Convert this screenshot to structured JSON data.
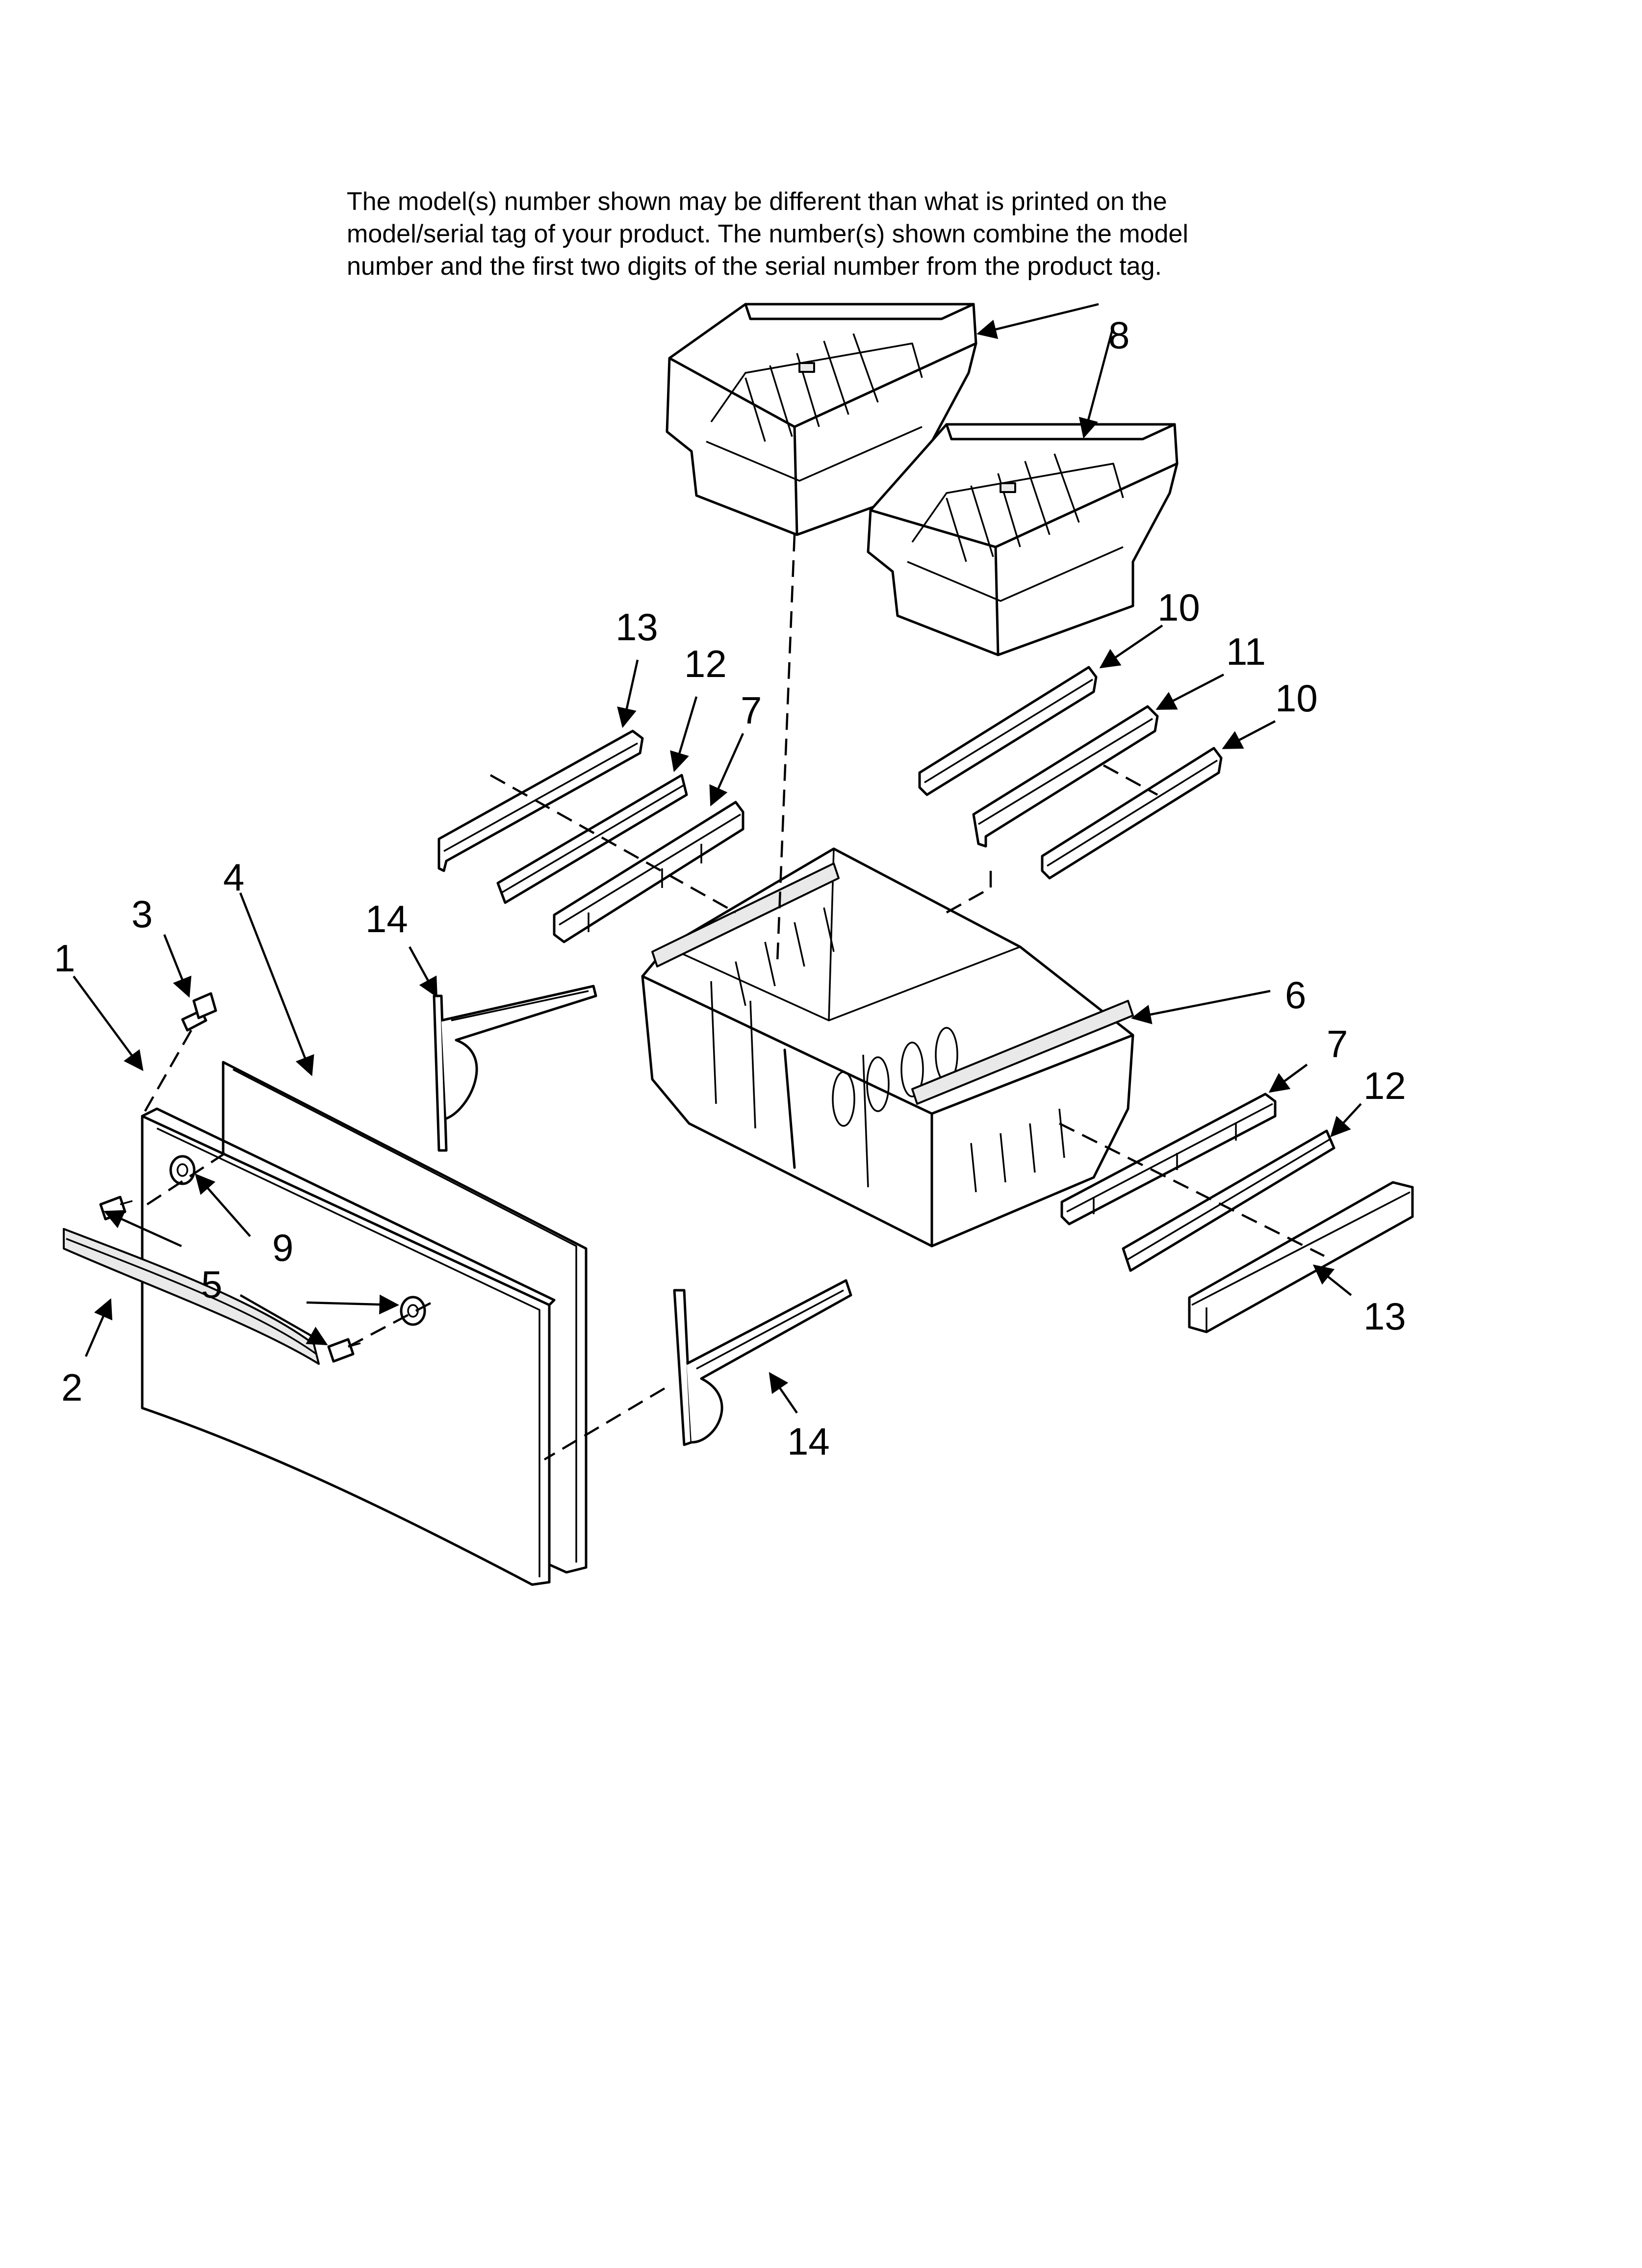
{
  "notice": {
    "line1": "The model(s) number shown may be different than what is printed on the",
    "line2": "model/serial tag of your product. The number(s) shown combine the model",
    "line3": "number and the first two digits of the serial number from the product tag."
  },
  "callouts": {
    "c1": "1",
    "c2": "2",
    "c3": "3",
    "c4": "4",
    "c5": "5",
    "c6": "6",
    "c7a": "7",
    "c7b": "7",
    "c8": "8",
    "c9": "9",
    "c10a": "10",
    "c10b": "10",
    "c11": "11",
    "c12a": "12",
    "c12b": "12",
    "c13a": "13",
    "c13b": "13",
    "c14a": "14",
    "c14b": "14"
  }
}
